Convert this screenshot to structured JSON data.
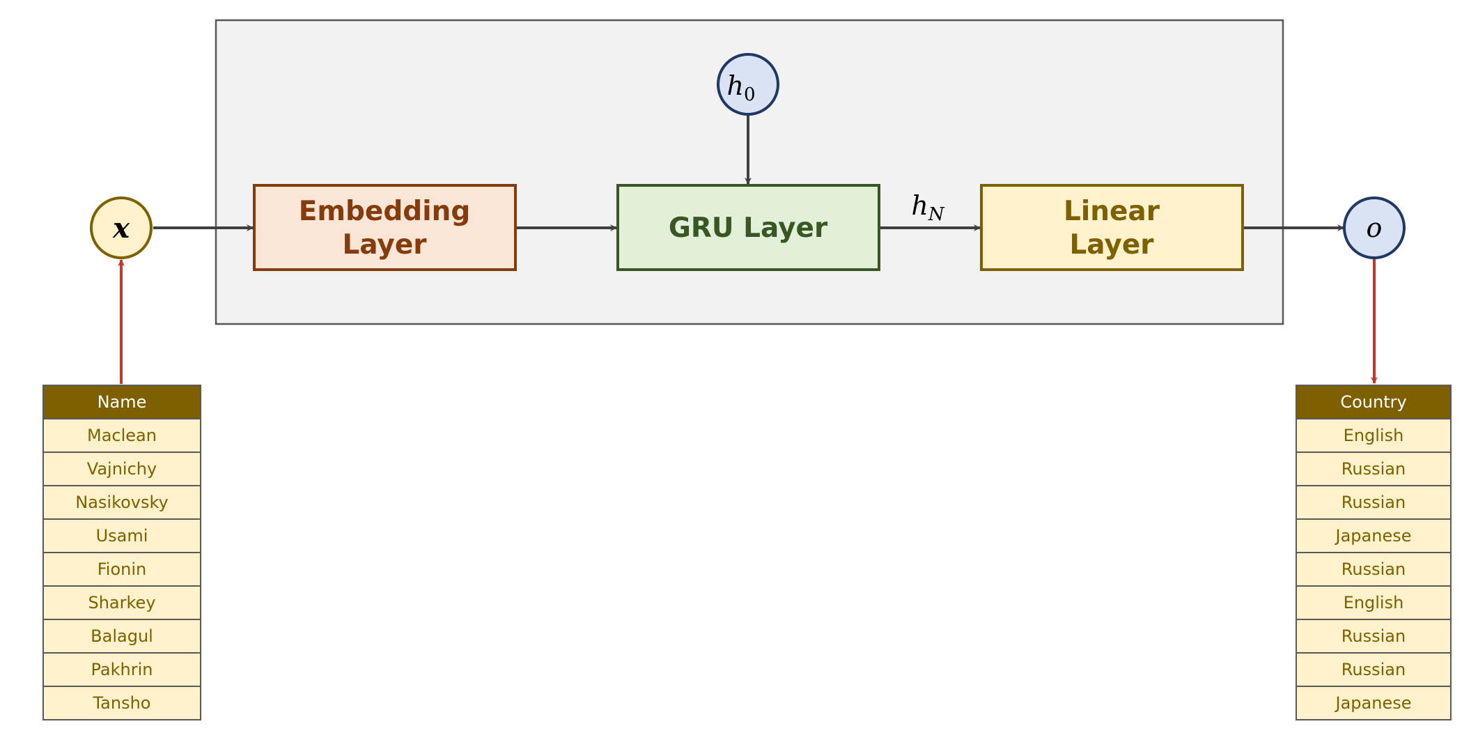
{
  "input_node": {
    "symbol": "x"
  },
  "output_node": {
    "symbol": "o"
  },
  "h0_node": {
    "base": "h",
    "sub": "0"
  },
  "hN_label": {
    "base": "h",
    "sub": "N"
  },
  "embedding": {
    "line1": "Embedding",
    "line2": "Layer"
  },
  "gru": {
    "label": "GRU Layer"
  },
  "linear": {
    "line1": "Linear",
    "line2": "Layer"
  },
  "names_table": {
    "header": "Name",
    "rows": [
      "Maclean",
      "Vajnichy",
      "Nasikovsky",
      "Usami",
      "Fionin",
      "Sharkey",
      "Balagul",
      "Pakhrin",
      "Tansho"
    ]
  },
  "country_table": {
    "header": "Country",
    "rows": [
      "English",
      "Russian",
      "Russian",
      "Japanese",
      "Russian",
      "English",
      "Russian",
      "Russian",
      "Japanese"
    ]
  },
  "colors": {
    "container_fill": "#f2f2f2",
    "container_stroke": "#595959",
    "arrow": "#404040",
    "red_arrow": "#c0392b",
    "embedding_fill": "#fbe5d6",
    "embedding_stroke": "#843c0c",
    "gru_fill": "#e2f0d9",
    "gru_stroke": "#385723",
    "linear_fill": "#fff2cc",
    "linear_stroke": "#7f6000",
    "node_blue_fill": "#dae3f3",
    "node_blue_stroke": "#203864",
    "node_yellow_fill": "#fff2cc",
    "node_yellow_stroke": "#7f6000",
    "table_header_fill": "#7f6000",
    "table_cell_fill": "#fff2cc",
    "table_text": "#7f6000"
  }
}
